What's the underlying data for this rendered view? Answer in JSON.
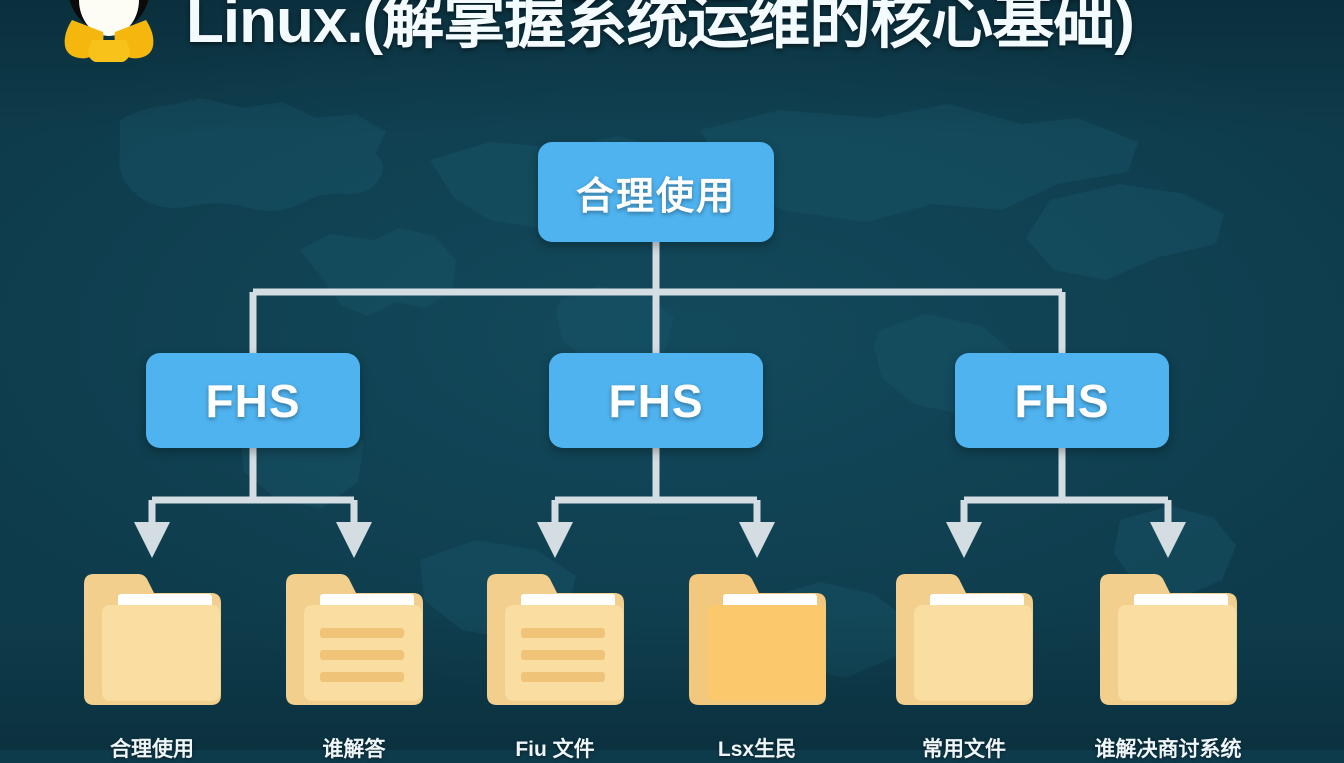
{
  "header": {
    "logo_icon": "tux-penguin-logo",
    "title": "Linux.(解掌握系统运维的核心基础)"
  },
  "colors": {
    "background": "#0e3b4b",
    "node_blue": "#4fb3ef",
    "node_text": "#ffffff",
    "connector": "#d3dde2",
    "folder_front": "#f7dda0",
    "folder_front_alt": "#fbc96b",
    "folder_back": "#f3cf8b",
    "folder_paper": "#ffffff",
    "label_text": "#eef6fa"
  },
  "diagram": {
    "type": "tree",
    "root": {
      "label": "合理使用"
    },
    "branches": [
      {
        "label": "FHS"
      },
      {
        "label": "FHS"
      },
      {
        "label": "FHS"
      }
    ],
    "leaves": [
      {
        "label": "合理使用",
        "folder_icon": "folder-plain"
      },
      {
        "label": "谁解答",
        "folder_icon": "folder-lines"
      },
      {
        "label": "Fiu 文件",
        "folder_icon": "folder-lines"
      },
      {
        "label": "Lsx生民",
        "folder_icon": "folder-plain-orange"
      },
      {
        "label": "常用文件",
        "folder_icon": "folder-plain"
      },
      {
        "label": "谁解决商讨系统",
        "folder_icon": "folder-plain"
      }
    ]
  }
}
